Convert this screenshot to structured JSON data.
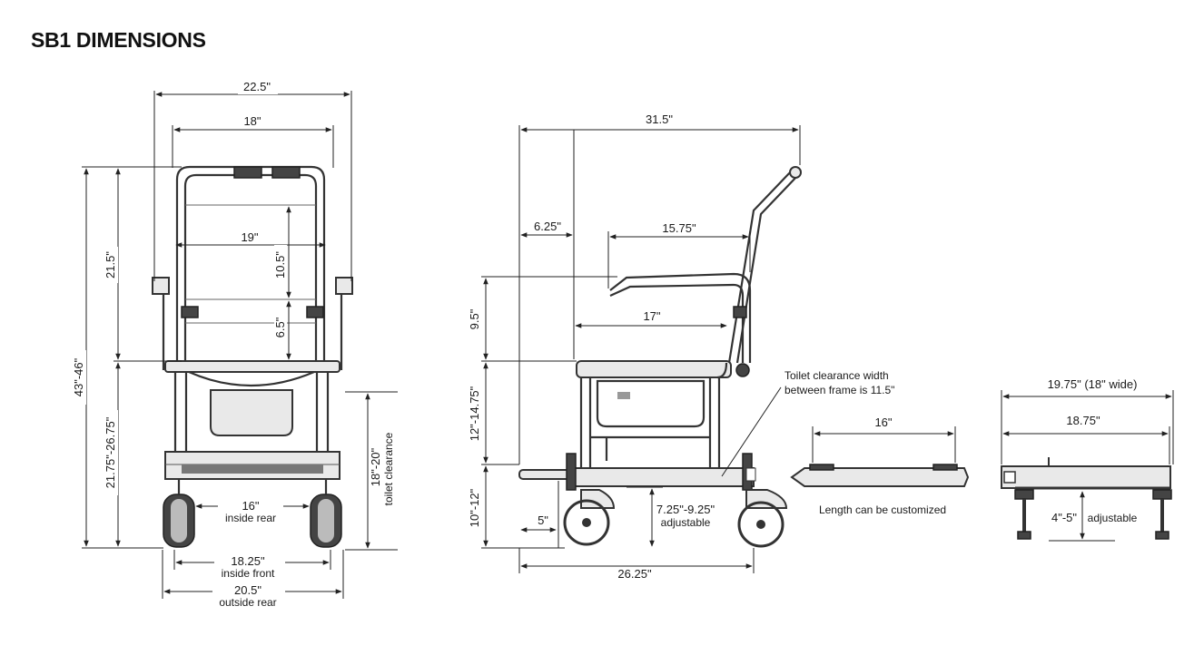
{
  "title": "SB1 DIMENSIONS",
  "front_view": {
    "overall_width": "22.5\"",
    "backrest_width": "18\"",
    "seat_width": "19\"",
    "back_height": "21.5\"",
    "backrest_pad_height": "10.5\"",
    "armrest_height": "6.5\"",
    "overall_height": "43\"-46\"",
    "seat_height": "21.75\"-26.75\"",
    "toilet_clearance_value": "18\"-20\"",
    "toilet_clearance_label": "toilet clearance",
    "inside_rear_value": "16\"",
    "inside_rear_label": "inside rear",
    "inside_front_value": "18.25\"",
    "inside_front_label": "inside front",
    "outside_rear_value": "20.5\"",
    "outside_rear_label": "outside rear"
  },
  "side_view": {
    "overall_length": "31.5\"",
    "rear_offset": "6.25\"",
    "armrest_length": "15.75\"",
    "armrest_height": "9.5\"",
    "seat_depth": "17\"",
    "seat_range": "12\"-14.75\"",
    "base_height": "10\"-12\"",
    "wheel_offset": "5\"",
    "adjust_value": "7.25\"-9.25\"",
    "adjust_label": "adjustable",
    "base_length": "26.25\"",
    "toilet_note_line1": "Toilet clearance width",
    "toilet_note_line2": "between frame is 11.5\""
  },
  "top_view": {
    "length": "16\"",
    "note": "Length can be customized"
  },
  "end_view": {
    "width": "19.75\" (18\" wide)",
    "inner_width": "18.75\"",
    "leg_value": "4\"-5\"",
    "leg_label": "adjustable"
  }
}
